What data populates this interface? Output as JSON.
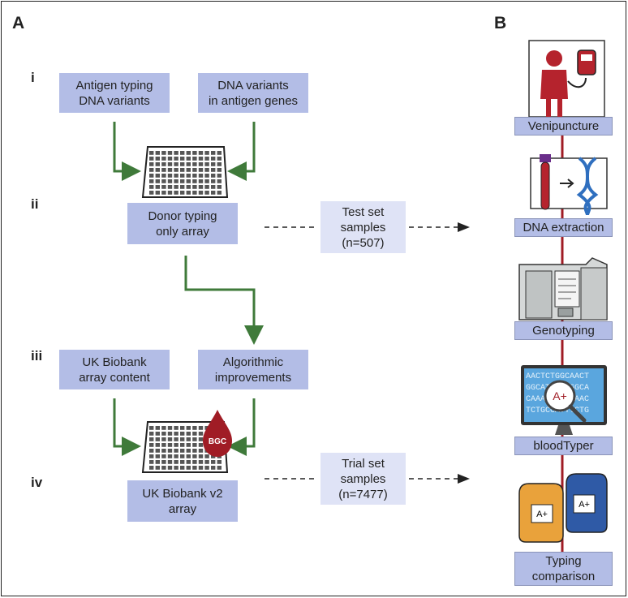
{
  "panels": {
    "a": "A",
    "b": "B"
  },
  "steps": {
    "i": "i",
    "ii": "ii",
    "iii": "iii",
    "iv": "iv"
  },
  "boxes": {
    "antigen_typing": "Antigen typing\nDNA variants",
    "dna_variants": "DNA variants\nin antigen genes",
    "donor_typing": "Donor typing\nonly array",
    "uk_biobank_content": "UK Biobank\narray content",
    "algorithmic": "Algorithmic\nimprovements",
    "uk_biobank_v2": "UK Biobank v2\narray"
  },
  "sample_sets": {
    "test": "Test set\nsamples\n(n=507)",
    "trial": "Trial set\nsamples\n(n=7477)"
  },
  "workflow": {
    "venipuncture": "Venipuncture",
    "dna_extraction": "DNA extraction",
    "genotyping": "Genotyping",
    "bloodtyper": "bloodTyper",
    "typing_comparison": "Typing\ncomparison"
  },
  "logo_text": "BGC",
  "blood_group_labels": {
    "left": "A+",
    "right": "A+",
    "screen": "A+"
  },
  "sequence_rows": [
    "AACTCTGGCAACT",
    "GGCATTGGGGGCA",
    "CAAAATTTCCAAC",
    "TCTGCCATTTCTG"
  ],
  "colors": {
    "box": "#b3bde6",
    "sample_box": "#dfe3f6",
    "arrow_green": "#3f7a3a",
    "timeline_red": "#a01c25"
  }
}
